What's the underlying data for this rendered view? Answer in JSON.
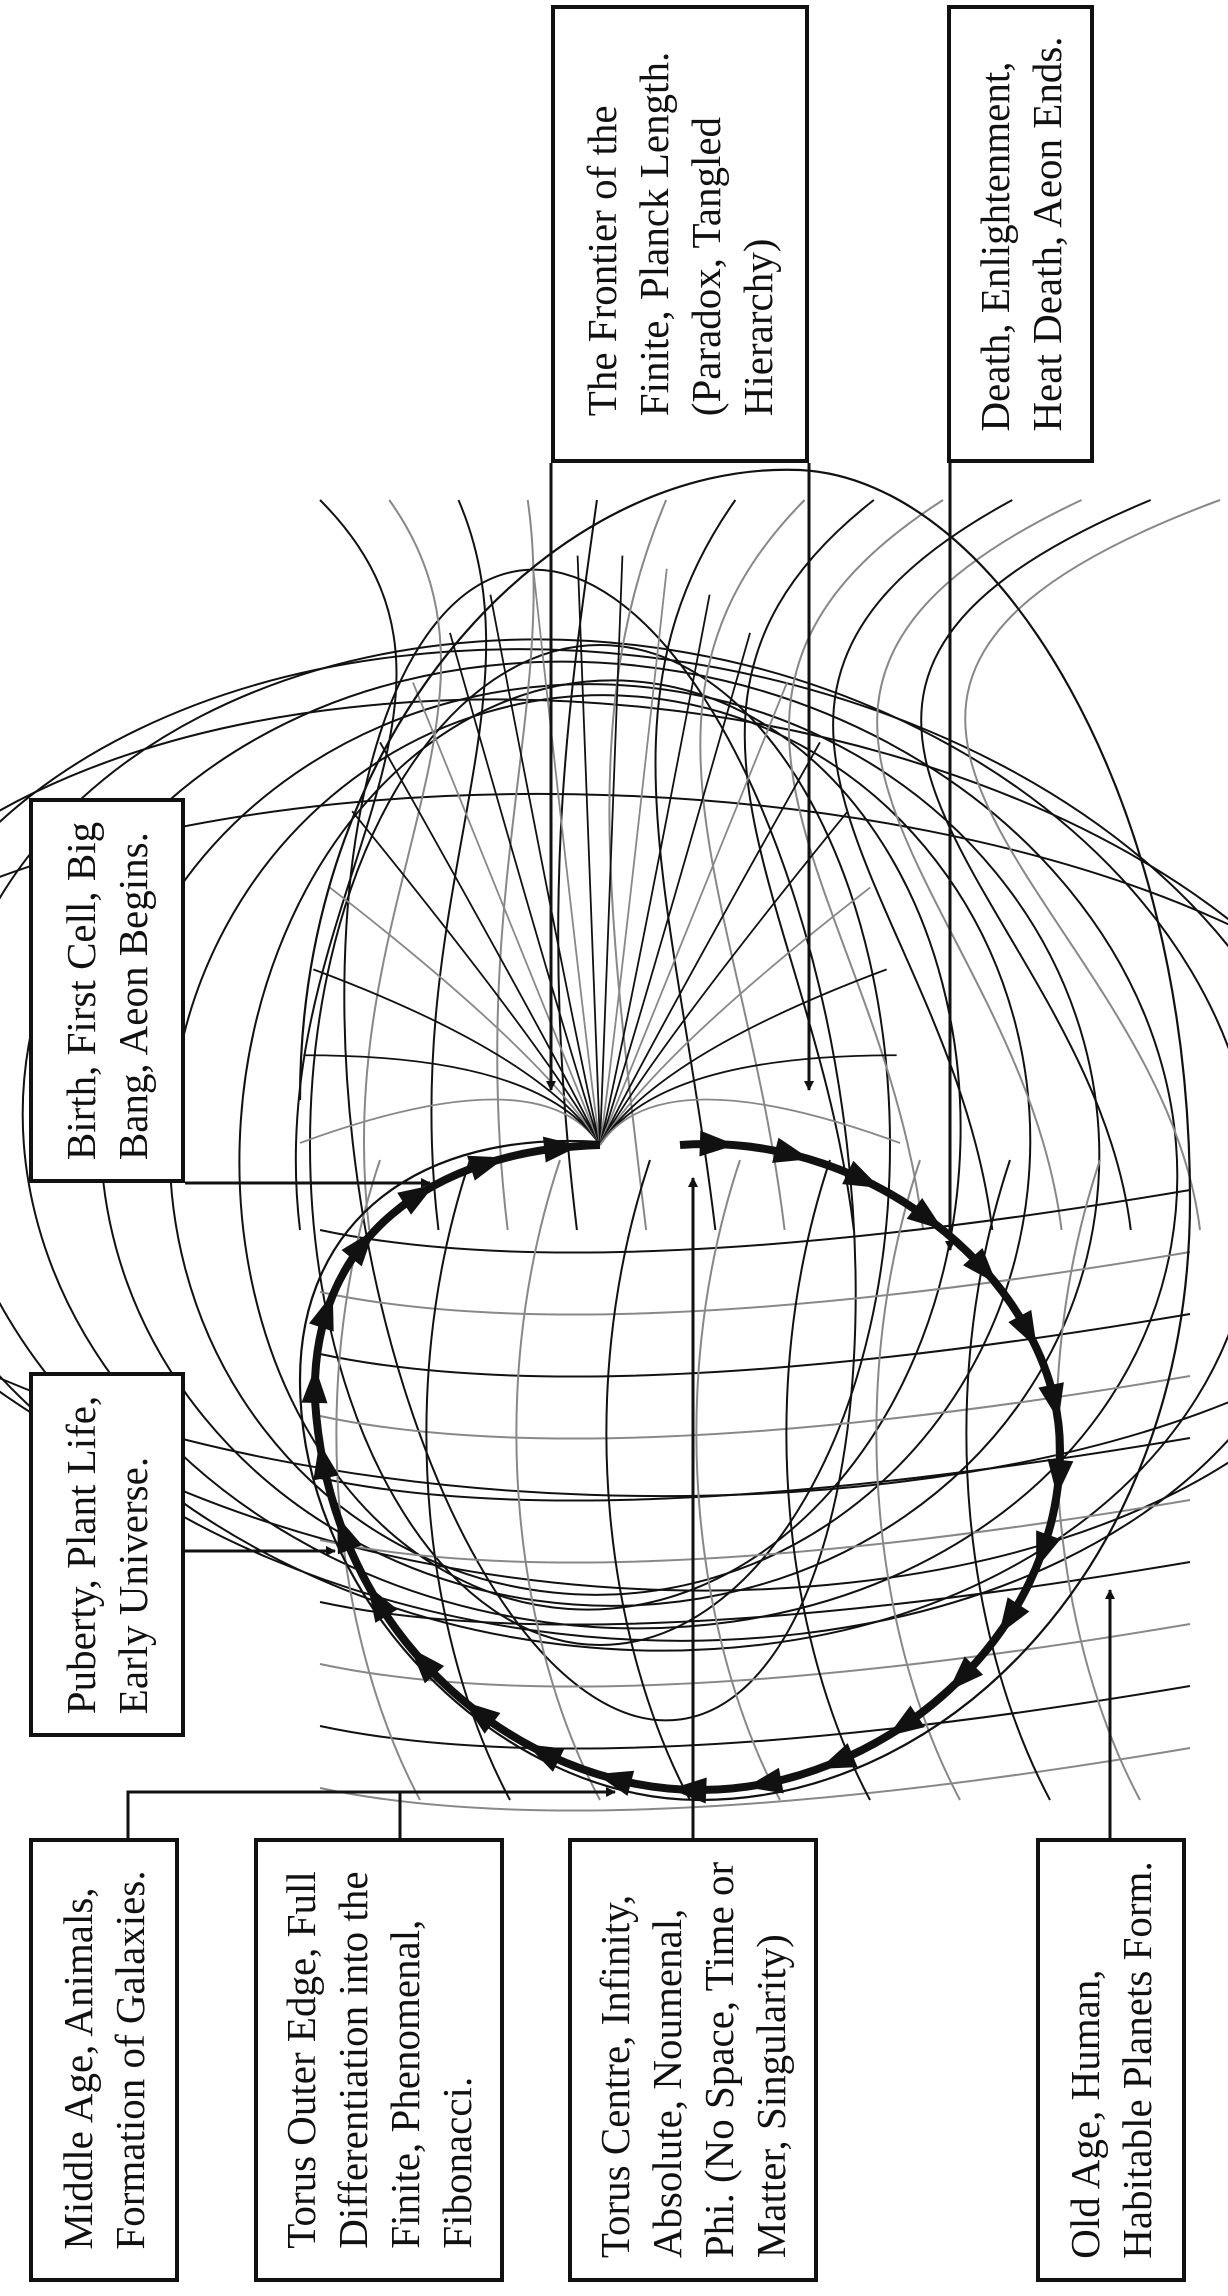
{
  "labels": {
    "frontier": [
      "The Frontier of the",
      "Finite, Planck Length.",
      "(Paradox, Tangled",
      "Hierarchy)"
    ],
    "death": [
      "Death, Enlightenment,",
      "Heat Death, Aeon Ends."
    ],
    "birth": [
      "Birth, First Cell, Big",
      "Bang, Aeon Begins."
    ],
    "puberty": [
      "Puberty, Plant Life,",
      "Early Universe."
    ],
    "middle_age": [
      "Middle Age, Animals,",
      "Formation of Galaxies."
    ],
    "outer_edge": [
      "Torus Outer Edge, Full",
      "Differentiation into the",
      "Finite, Phenomenal,",
      "Fibonacci."
    ],
    "centre": [
      "Torus Centre, Infinity,",
      "Absolute, Noumenal,",
      "Phi. (No Space, Time or",
      "Matter, Singularity)"
    ],
    "old_age": [
      "Old Age, Human,",
      "Habitable Planets Form."
    ]
  },
  "colors": {
    "ink": "#111111",
    "gridline": "#888888"
  }
}
